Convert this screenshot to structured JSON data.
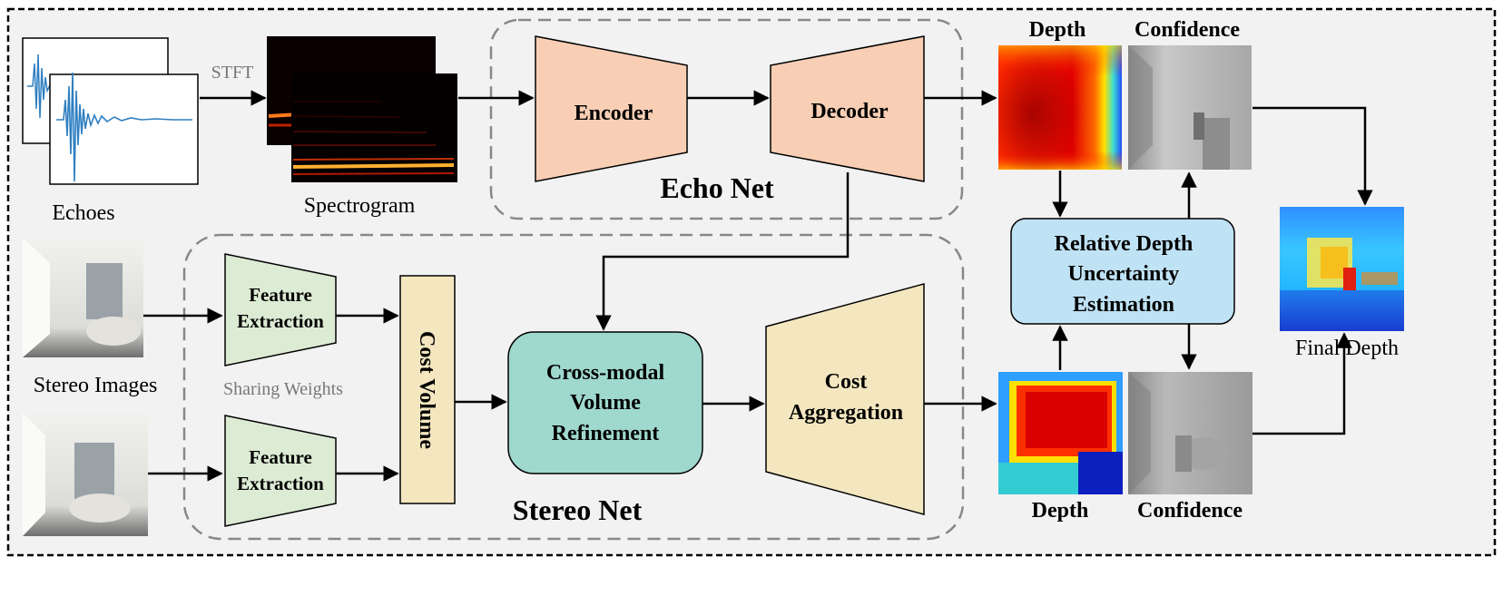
{
  "echoes": {
    "label": "Echoes"
  },
  "stft": {
    "label": "STFT"
  },
  "spectrogram": {
    "label": "Spectrogram"
  },
  "echo_net": {
    "title": "Echo Net",
    "encoder": "Encoder",
    "decoder": "Decoder"
  },
  "echo_outputs": {
    "depth_label": "Depth",
    "confidence_label": "Confidence"
  },
  "uncertainty": {
    "line1": "Relative Depth",
    "line2": "Uncertainty",
    "line3": "Estimation"
  },
  "final": {
    "label": "Final Depth"
  },
  "stereo_images": {
    "label": "Stereo Images"
  },
  "stereo_net": {
    "title": "Stereo Net",
    "feature_top_line1": "Feature",
    "feature_top_line2": "Extraction",
    "feature_bottom_line1": "Feature",
    "feature_bottom_line2": "Extraction",
    "sharing": "Sharing Weights",
    "cost_volume": "Cost Volume",
    "cross_line1": "Cross-modal",
    "cross_line2": "Volume",
    "cross_line3": "Refinement",
    "cost_agg_line1": "Cost",
    "cost_agg_line2": "Aggregation"
  },
  "stereo_outputs": {
    "depth_label": "Depth",
    "confidence_label": "Confidence"
  },
  "colors": {
    "encoder_fill": "#f8cfb5",
    "feature_fill": "#dcebd4",
    "cost_fill": "#f4e7c0",
    "cross_fill": "#9fd8cd",
    "uncertainty_fill": "#bfe2f4",
    "background": "#f2f2f2"
  }
}
